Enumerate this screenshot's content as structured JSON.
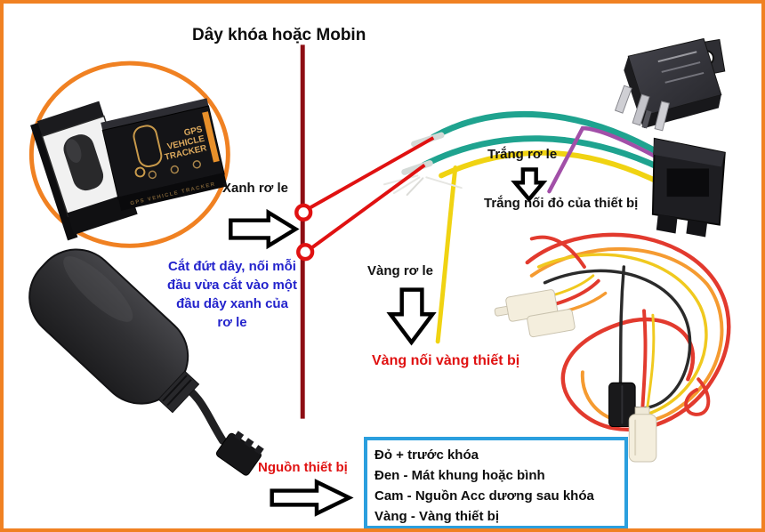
{
  "title": "Dây khóa hoặc Mobin",
  "annotations": {
    "xanh_ro_le": "Xanh rơ le",
    "cut_instruction_lines": [
      "Cắt đứt dây, nối mỗi",
      "đầu vừa cắt vào một",
      "đầu dây xanh của",
      "rơ le"
    ],
    "trang_ro_le": "Trắng rơ le",
    "trang_noi_do": "Trắng nối đỏ của thiết bị",
    "vang_ro_le": "Vàng rơ le",
    "vang_noi_vang": "Vàng nối vàng thiết bị",
    "nguon_thiet_bi": "Nguồn thiết bị"
  },
  "legend": {
    "lines": [
      "Đỏ + trước khóa",
      "Đen - Mát khung hoặc bình",
      "Cam - Nguồn Acc dương sau khóa",
      "Vàng - Vàng thiết bị"
    ]
  },
  "product_box": {
    "line1": "GPS",
    "line2": "VEHICLE",
    "line3": "TRACKER",
    "side_text": "GPS VEHICLE TRACKER"
  },
  "colors": {
    "frame_orange": "#F08122",
    "keyline_maroon": "#8E0E14",
    "annotation_red": "#E01111",
    "wire_teal": "#1FA38F",
    "wire_yellow": "#F0D312",
    "wire_purple": "#A24FA8",
    "instruction_blue": "#2323CC",
    "legend_border_blue": "#2B9FDE"
  }
}
